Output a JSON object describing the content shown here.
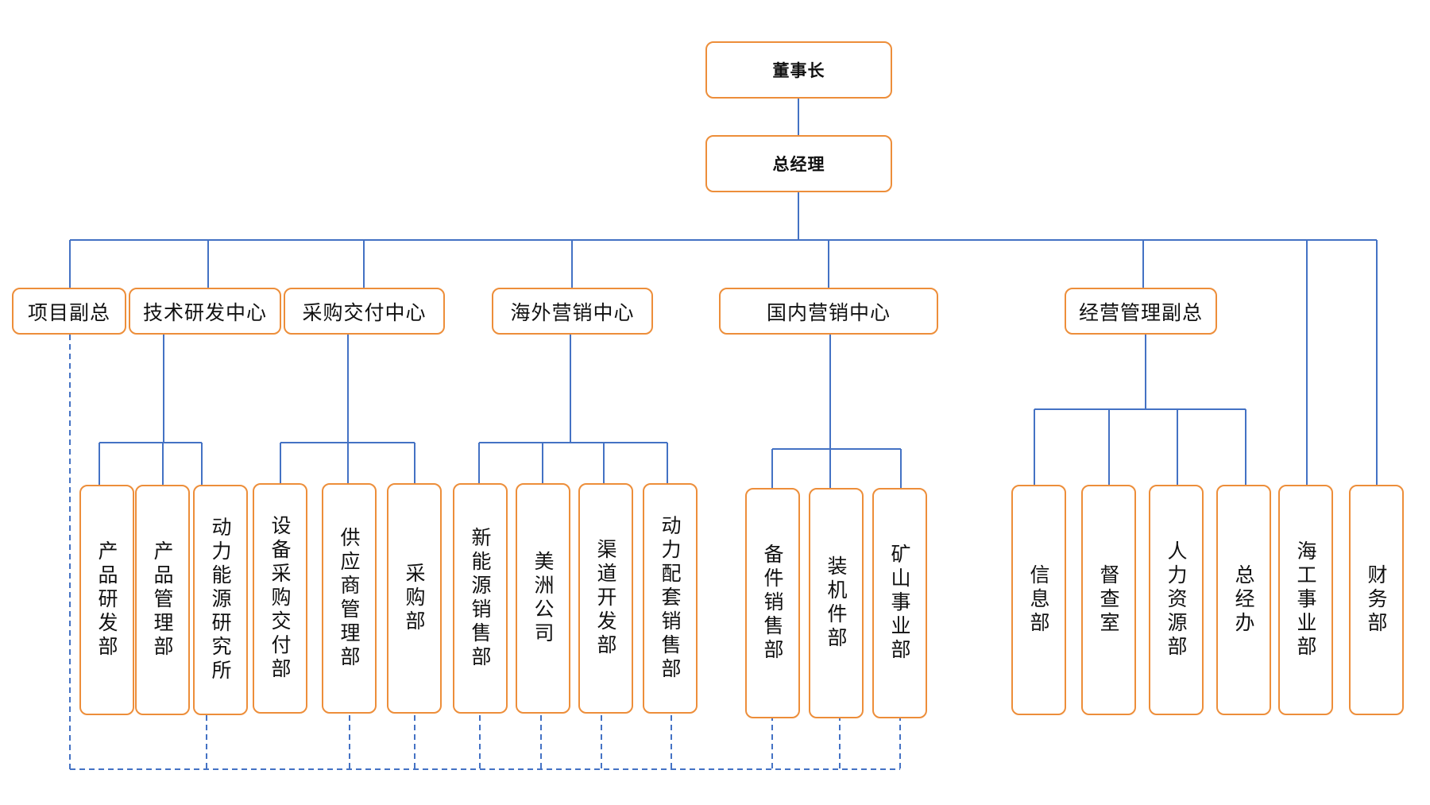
{
  "colors": {
    "box_border": "#ED8E3A",
    "solid_line": "#4472C4",
    "dashed_line": "#4472C4"
  },
  "nodes": {
    "chairman": "董事长",
    "gm": "总经理",
    "proj_vp": "项目副总",
    "tech": "技术研发中心",
    "purch": "采购交付中心",
    "overseas": "海外营销中心",
    "domestic": "国内营销中心",
    "bizmgmt": "经营管理副总",
    "prod_dev": "产品研发部",
    "prod_mgmt": "产品管理部",
    "power_inst": "动力能源研究所",
    "equip": "设备采购交付部",
    "supplier": "供应商管理部",
    "purch_dept": "采购部",
    "newenergy": "新能源销售部",
    "americas": "美洲公司",
    "channel": "渠道开发部",
    "powerkit": "动力配套销售部",
    "spare": "备件销售部",
    "machine": "装机件部",
    "mining": "矿山事业部",
    "info": "信息部",
    "supervise": "督查室",
    "hr": "人力资源部",
    "office": "总经办",
    "marine": "海工事业部",
    "finance": "财务部"
  }
}
